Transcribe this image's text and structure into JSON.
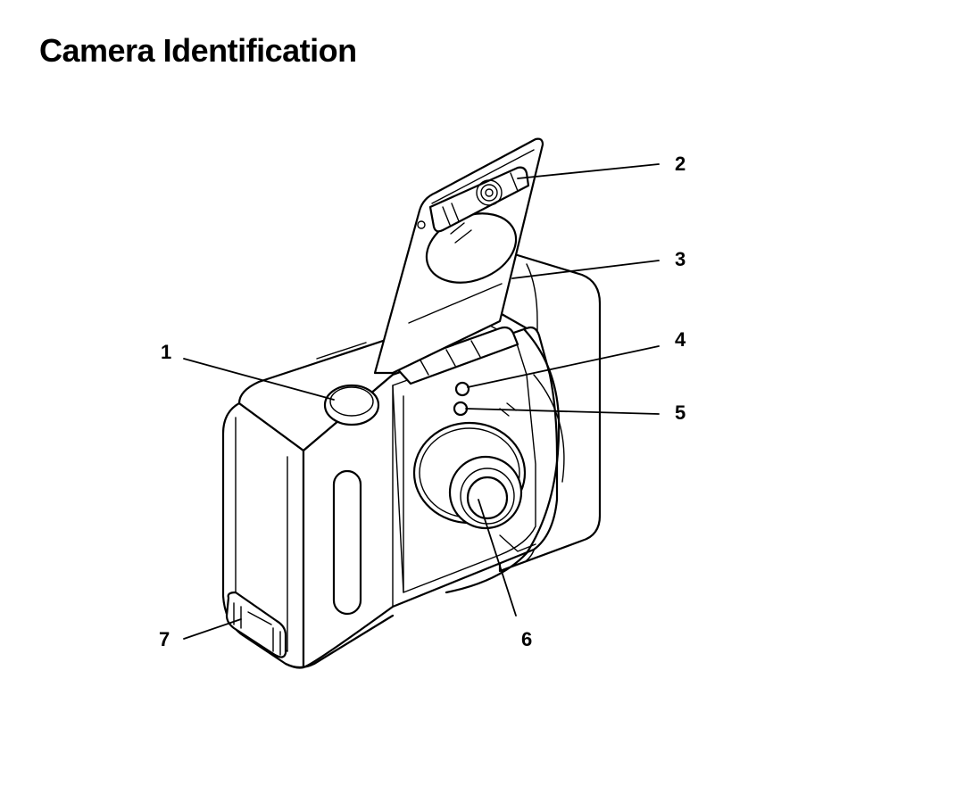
{
  "page": {
    "title": "Camera Identification"
  },
  "callouts": {
    "c1": "1",
    "c2": "2",
    "c3": "3",
    "c4": "4",
    "c5": "5",
    "c6": "6",
    "c7": "7"
  }
}
